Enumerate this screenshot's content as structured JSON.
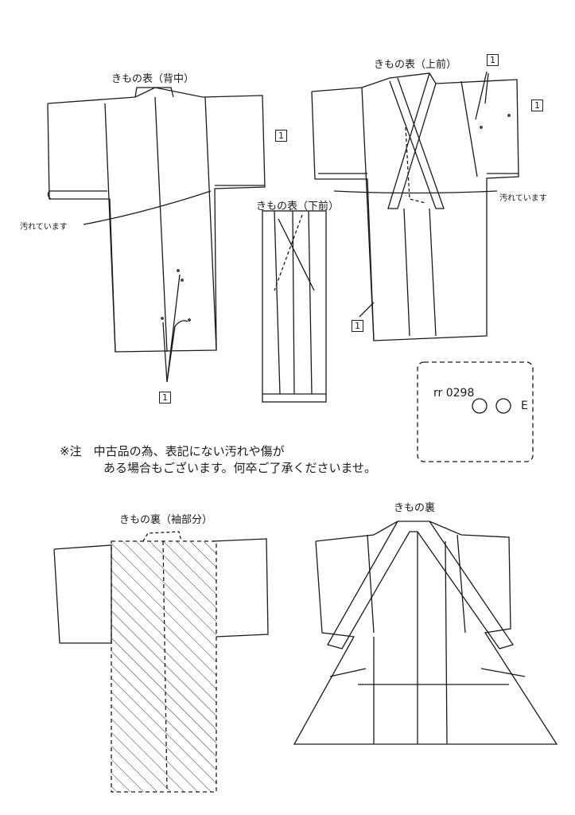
{
  "labels": {
    "back": "きもの表（背中）",
    "upper_front": "きもの表（上前）",
    "lower_front": "きもの表（下前）",
    "lining_sleeve": "きもの裏（袖部分）",
    "lining": "きもの裏"
  },
  "stain_text": "汚れています",
  "damage_mark": "1",
  "note": {
    "line1": "※注　中古品の為、表記にない汚れや傷が",
    "line2": "ある場合もございます。何卒ご了承くださいませ。"
  },
  "product_code": {
    "code": "rr 0298",
    "grade": "E"
  }
}
